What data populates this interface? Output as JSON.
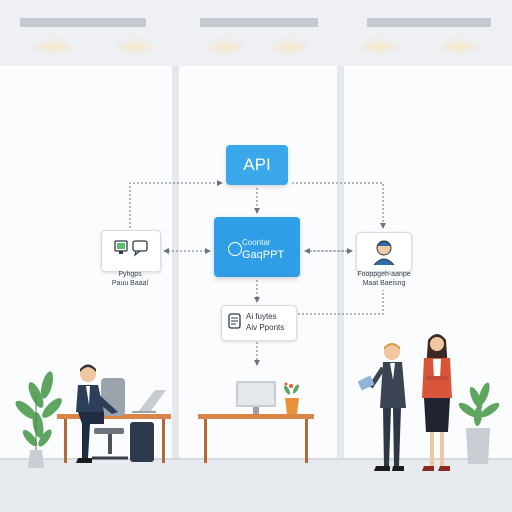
{
  "diagram": {
    "api_label": "API",
    "core_line1": "Coontar",
    "core_line2": "GaqPPT",
    "client_label_line1": "Pyhgps",
    "client_label_line2": "Pauu Baaal",
    "user_label_line1": "Fooppgeh-aanpe",
    "user_label_line2": "Maat Baeisng",
    "data_line1": "Ai fuytes",
    "data_line2": "Aiv Pponts"
  },
  "colors": {
    "api_blue": "#3aa7ea",
    "core_blue": "#2f9ee6",
    "arrow": "#6b7480"
  },
  "icons": [
    "monitor-icon",
    "chat-icon",
    "user-avatar-icon",
    "document-icon",
    "brain-icon"
  ]
}
